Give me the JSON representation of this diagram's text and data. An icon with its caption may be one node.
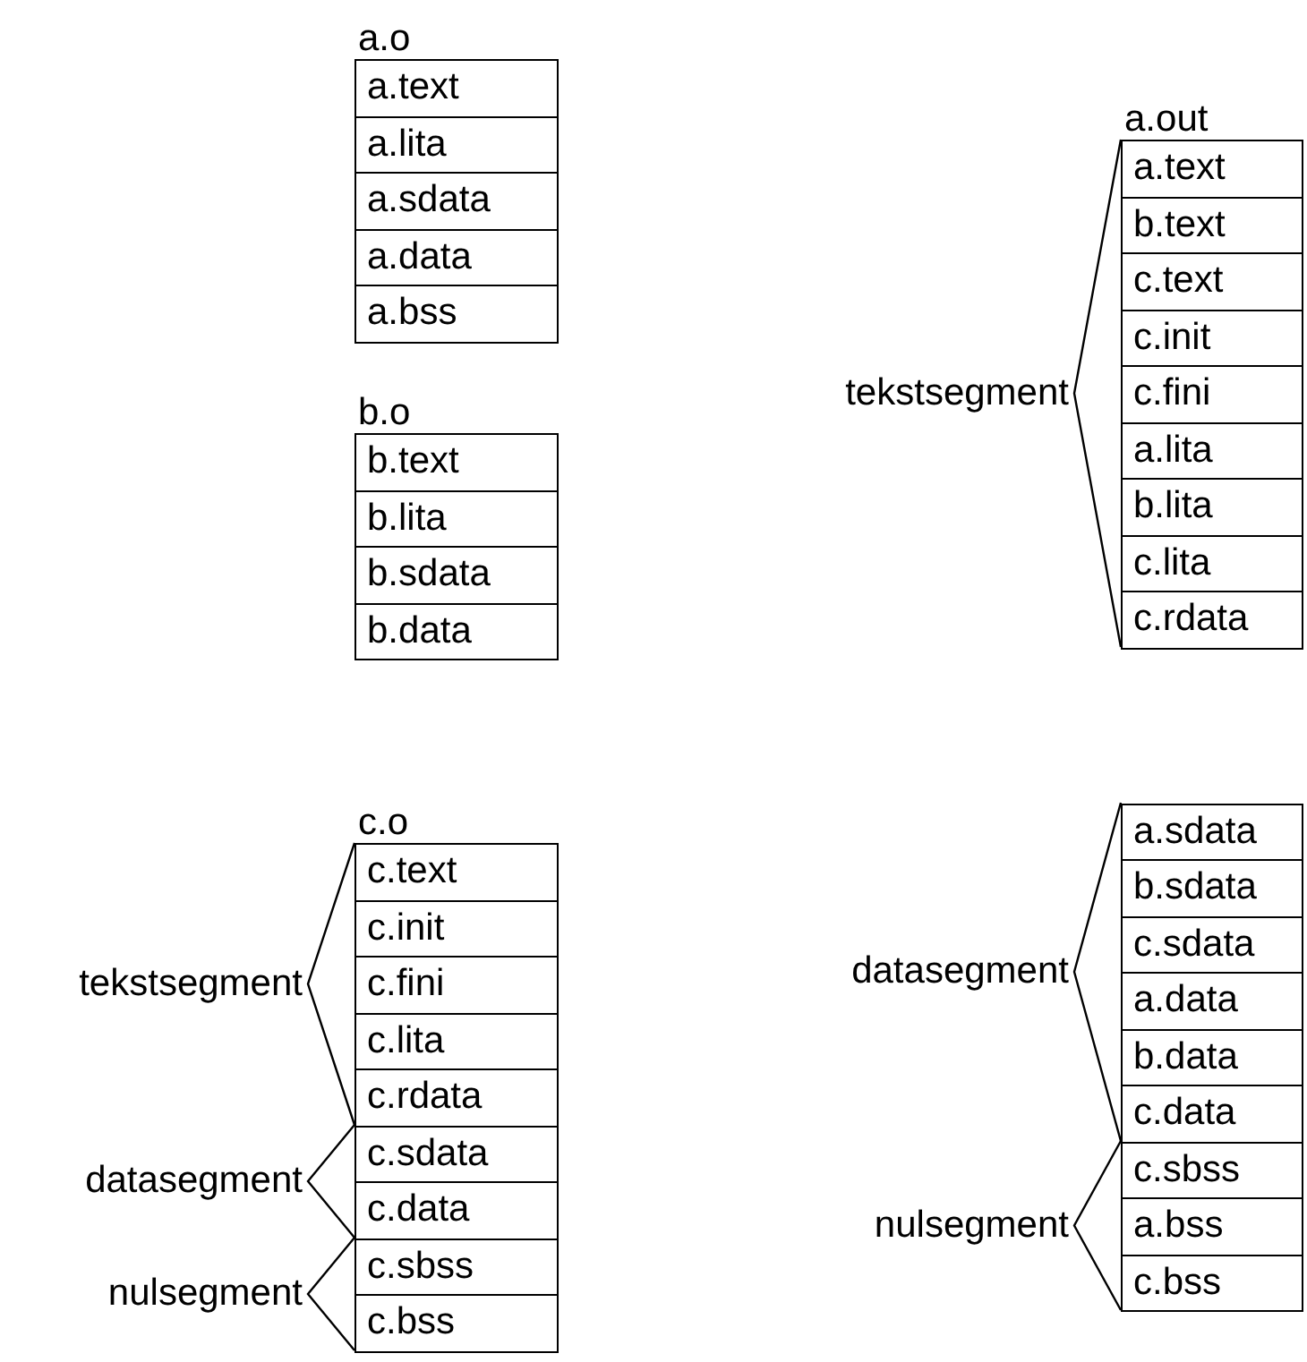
{
  "diagram": {
    "nodes": [
      {
        "text": [
          "a.o"
        ]
      },
      {
        "text": [
          "a.text"
        ],
        "in": 0
      },
      {
        "text": [
          "a.lita"
        ],
        "in": 0
      },
      {
        "text": [
          "a.sdata"
        ],
        "in": 0
      },
      {
        "text": [
          "a.data"
        ],
        "in": 0
      },
      {
        "text": [
          "a.bss"
        ],
        "in": 0
      },
      {
        "text": [
          "b.o"
        ]
      },
      {
        "text": [
          "b.text"
        ],
        "in": 6
      },
      {
        "text": [
          "b.lita"
        ],
        "in": 6
      },
      {
        "text": [
          "b.sdata"
        ],
        "in": 6
      },
      {
        "text": [
          "b.data"
        ],
        "in": 6
      },
      {
        "text": [
          "c.o"
        ]
      },
      {
        "text": [
          "c.text"
        ],
        "in": 11
      },
      {
        "text": [
          "c.init"
        ],
        "in": 11
      },
      {
        "text": [
          "c.fini"
        ],
        "in": 11
      },
      {
        "text": [
          "c.lita"
        ],
        "in": 11
      },
      {
        "text": [
          "c.rdata"
        ],
        "in": 11
      },
      {
        "text": [
          "c.sdata"
        ],
        "in": 11
      },
      {
        "text": [
          "c.data"
        ],
        "in": 11
      },
      {
        "text": [
          "c.sbss"
        ],
        "in": 11
      },
      {
        "text": [
          "c.bss"
        ],
        "in": 11
      },
      {
        "text": [
          "a.out"
        ]
      },
      {
        "text": [
          "a.text"
        ],
        "in": 21
      },
      {
        "text": [
          "b.text"
        ],
        "in": 21
      },
      {
        "text": [
          "c.text"
        ],
        "in": 21
      },
      {
        "text": [
          "c.init"
        ],
        "in": 21
      },
      {
        "text": [
          "c.fini"
        ],
        "in": 21
      },
      {
        "text": [
          "a.lita"
        ],
        "in": 21
      },
      {
        "text": [
          "b.lita"
        ],
        "in": 21
      },
      {
        "text": [
          "c.lita"
        ],
        "in": 21
      },
      {
        "text": [
          "c.rdata"
        ],
        "in": 21
      },
      {
        "text": [
          "a.sdata"
        ],
        "in": 21
      },
      {
        "text": [
          "b.sdata"
        ],
        "in": 21
      },
      {
        "text": [
          "c.sdata"
        ],
        "in": 21
      },
      {
        "text": [
          "a.data"
        ],
        "in": 21
      },
      {
        "text": [
          "b.data"
        ],
        "in": 21
      },
      {
        "text": [
          "c.data"
        ],
        "in": 21
      },
      {
        "text": [
          "c.sbss"
        ],
        "in": 21
      },
      {
        "text": [
          "a.bss"
        ],
        "in": 21
      },
      {
        "text": [
          "c.bss"
        ],
        "in": 21
      }
    ],
    "labels": [
      "tekstsegment",
      "datasegment",
      "nulsegment",
      "tekstsegment",
      "datasegment",
      "nulsegment"
    ]
  }
}
